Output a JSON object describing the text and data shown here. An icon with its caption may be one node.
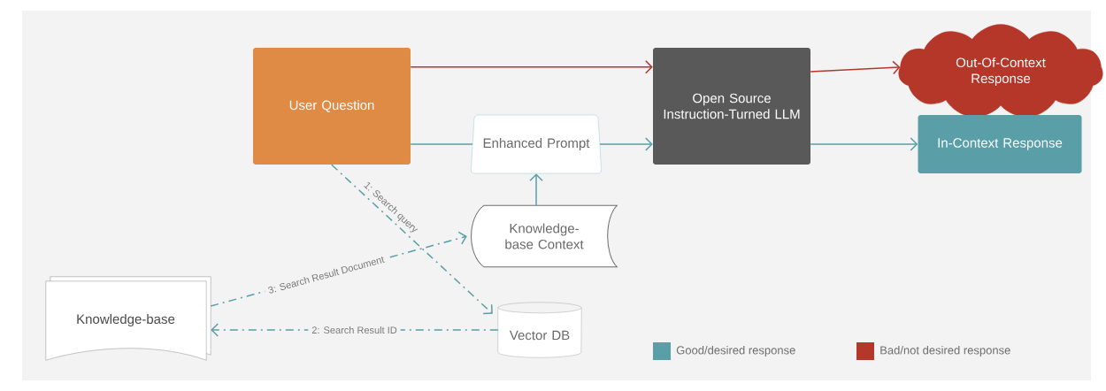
{
  "diagram": {
    "nodes": [
      {
        "text": [
          "User Question"
        ]
      },
      {
        "text": [
          "Enhanced Prompt"
        ]
      },
      {
        "text": [
          "Open Source Instruction-Turned LLM"
        ]
      },
      {
        "text": [
          "Out-Of-Context Response"
        ]
      },
      {
        "text": [
          "In-Context Response"
        ]
      },
      {
        "text": [
          "Knowledge-base Context"
        ]
      },
      {
        "text": [
          "Knowledge-base"
        ]
      },
      {
        "text": [
          "Vector DB"
        ]
      }
    ],
    "edges": [
      {
        "from": 0,
        "to": 2,
        "arrow": "to",
        "color": "#b5372a"
      },
      {
        "from": 0,
        "to": 1,
        "arrow": "none"
      },
      {
        "from": 1,
        "to": 2,
        "arrow": "to"
      },
      {
        "from": 2,
        "to": 3,
        "arrow": "to",
        "color": "#b5372a"
      },
      {
        "from": 2,
        "to": 4,
        "arrow": "to"
      },
      {
        "from": 5,
        "to": 1,
        "arrow": "to"
      },
      {
        "from": 0,
        "to": 7,
        "arrow": "to",
        "label": "1: Search query",
        "style": "dashed"
      },
      {
        "from": 7,
        "to": 6,
        "arrow": "to",
        "label": "2: Search Result ID",
        "style": "dashed"
      },
      {
        "from": 6,
        "to": 5,
        "arrow": "to",
        "label": "3: Search Result Document",
        "style": "dashed"
      }
    ],
    "legend": [
      {
        "text": "Good/desired response",
        "color": "#5a9ea8"
      },
      {
        "text": "Bad/not desired response",
        "color": "#b5372a"
      }
    ]
  }
}
